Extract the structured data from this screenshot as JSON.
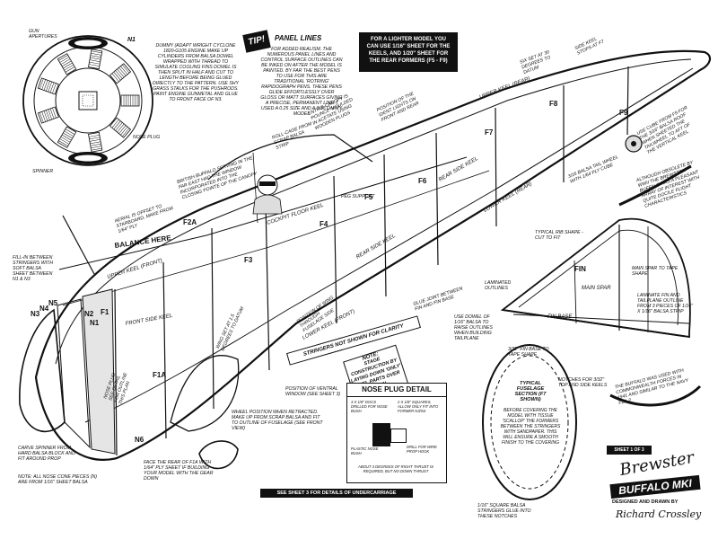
{
  "cowl_view": {
    "gun_apertures": "GUN\nAPERTURES",
    "n1": "N1",
    "nose_plug": "NOSE PLUG",
    "spinner": "SPINNER"
  },
  "engine_note": "DUMMY (ADAPT WRIGHT CYCLONE 1820-G105 ENGINE MAKE UP CYLINDERS FROM BALSA DOWEL WRAPPED WITH THREAD TO SIMULATE COOLING FINS DOWEL IS THEN SPLIT IN HALF AND CUT TO LENGTH BEFORE BEING GLUED DIRECTLY TO THE PATTERN. USE SHY GRASS STALKS FOR THE PUSHRODS. PAINT ENGINE GUNMETAL AND GLUE TO FRONT FACE OF N3.",
  "tip": {
    "badge": "TIP!",
    "title": "PANEL LINES",
    "body": "FOR ADDED REALISM, THE NUMEROUS PANEL LINES AND CONTROL SURFACE OUTLINES CAN BE INKED ON AFTER THE MODEL IS PAINTED. BY FAR THE BEST PENS TO USE FOR THIS ARE TRADITIONAL 'ROTRING' RAPIDOGRAPH PENS. THESE PENS GLIDE EFFORTLESSLY OVER GLOSS OR MATT SURFACES GIVING A PRECISE, PERMANENT LINE. I USED A 0.25 SIZE AND A 0.35 ON MY MODEL"
  },
  "lighter_model": "FOR A LIGHTER MODEL YOU CAN USE 1/16\" SHEET FOR THE KEELS, AND 1/20\" SHEET FOR THE REAR FORMERS (F5 - F9)",
  "notes": {
    "six_set": "SIX SET AT 30 DEGREES TO DATUM",
    "side_keel": "SIDE KEEL STOPS AT F7",
    "entire_canopy": "ENTIRE CANOPY IS 'POUNCE' MOULDED IN ACETATE USING WOODEN PLUGS",
    "position_ident": "POSITION OF THE IDENT LIGHTS ON FRONT AND REAR",
    "roll_cage": "ROLL-CAGE FROM SCRAP BALSA STRIP",
    "pilot": "BRITISH BUFFALO SERVING IN THE FAR EAST HAD THE WINDOW INCORPORATED INTO THE CLOSING POINTE OF THE CANOPY",
    "aerial": "AERIAL IS OFFSET TO STARBOARD, MAKE FROM 1/64\" PLY",
    "fill_between": "FILL-IN BETWEEN STRINGERS WITH SOFT BALSA SHEET BETWEEN N1 & N3",
    "nose_plug_outline": "NOSE PLUG: SEE DETAIL FOR OUTLINE THIS PLAN",
    "wing_set": "WING SET AT 1.5 DEGREES TO DATUM",
    "position_wing": "POSITION OF WING THROUGH FUSELAGE SIDE",
    "ventral": "POSITION OF VENTRAL WINDOW (SEE SHEET 3)",
    "wheel": "WHEEL POSITION WHEN RETRACTED. MAKE UP FROM SCRAP BALSA AND FIT TO OUTLINE OF FUSELAGE (SEE FRONT VIEW)",
    "face_rear": "FACE THE REAR OF F1A WITH 1/64\" PLY SHEET IF BUILDING YOUR MODEL WITH THE GEAR DOWN",
    "carve_spinner": "CARVE SPINNER FROM HARD BALSA BLOCK AND FIT AROUND PROP",
    "all_nose_cones": "NOTE: ALL NOSE CONE PIECES (N) ARE FROM 1/16\" SHEET BALSA",
    "use_f9": "USE CUBE FROM F9 FOR THE 3/16\" BALSA ROOF WHEN SHEETED THE TAILWHEEL TO AFT OF THE VERTICAL KEEL",
    "tail_wheel": "3/16 BALSA TAIL WHEEL WITH 1/64 PLY CUBE",
    "rib_shape": "TYPICAL RIB SHAPE - CUT TO FIT",
    "laminated": "LAMINATED OUTLINES",
    "glue_joint": "GLUE JOINT BETWEEN FIN AND FIN BASE",
    "use_dowel": "USE DOWEL OF 1/16\" BALSA TO RAISE OUTLINES WHEN BUILDING TAILPLANE",
    "fin_base": "3/32\" FIN BASE TO TAPE SHAPE",
    "main_spar": "MAIN SPAR TO TAPE SHAPE",
    "laminate_fin": "LAMINATE FIN AND TAILPLANE OUTLINE FROM 3 PIECES OF 1/16\" X 1/16\" BALSA STRIP",
    "notches": "NOTCHES FOR 3/32\" TOP AND SIDE KEELS",
    "stringers_note": "1/16\" SQUARE BALSA STRINGERS GLUE INTO THESE NOTCHES",
    "buffalo_note": "THE BUFFALO WAS USED WITH COMMONWEALTH FORCES IN 1941 AND SIMILAR TO THE NAVY F2A-2",
    "schematic": "ALTHOUGH OBSOLETE BY WWII THE BREWSTER BUFFALO HAS A PLEASANT ARRAY OF INTEREST WITH QUITE DOCILE FLIGHT CHARACTERISTICS",
    "undercarriage": "SEE SHEET 3 FOR DETAILS OF UNDERCARRIAGE",
    "peg_support": "PEG SUPPORT"
  },
  "labels": {
    "upper_keel_rear": "UPPER KEEL (REAR)",
    "upper_keel_front": "UPPER KEEL (FRONT)",
    "lower_keel_rear": "LOWER KEEL (REAR)",
    "lower_keel_front": "LOWER KEEL (FRONT)",
    "cockpit_floor": "COCKPIT FLOOR KEEL",
    "rear_side_keel_top": "REAR SIDE KEEL",
    "rear_side_keel_bottom": "REAR SIDE KEEL",
    "front_side_keel": "FRONT SIDE KEEL",
    "balance_here": "BALANCE HERE",
    "fin": "FIN",
    "main_spar": "MAIN SPAR",
    "fin_base": "FIN BASE",
    "formers": [
      "F1",
      "F1A",
      "F2A",
      "F3",
      "F4",
      "F5",
      "F6",
      "F7",
      "F8",
      "F9"
    ],
    "nose": [
      "N1",
      "N2",
      "N3",
      "N4",
      "N5",
      "N6"
    ]
  },
  "stringers_box": "STRINGERS NOT SHOWN FOR CLARITY",
  "stage_box": {
    "title": "NOTE:",
    "body": "STAGE CONSTRUCTION BY LAYING DOWN 'ONLY' KEEL PARTS OVER PLAN"
  },
  "nose_plug_detail": {
    "title": "NOSE PLUG DETAIL",
    "a": "3 X 1/8\" DOCS DRILLED FOR NOSE BUSH",
    "b": "2 X 1/8\" SQUARES, ALLOW ONLY FIT INTO FORMER N3/N4",
    "c": "PLASTIC NOSE BUSH",
    "d": "DRILL FOR WIRE PROP HOOK",
    "e": "ABOUT 3 DEGREES OF RIGHT THRUST IS REQUIRED, BUT NO DOWN THRUST"
  },
  "fuselage_section": {
    "title": "TYPICAL FUSELAGE SECTION (F7 SHOWN)",
    "body": "BEFORE COVERING THE MODEL WITH TISSUE 'SCALLOP' THE FORMERS BETWEEN THE STRINGERS WITH SANDPAPER. THIS WILL ENSURE A SMOOTH FINISH TO THE COVERING"
  },
  "title_block": {
    "sheet": "SHEET 1 OF 3",
    "script": "Brewster",
    "model": "BUFFALO MkI",
    "designed": "DESIGNED AND DRAWN BY",
    "author": "Richard Crossley"
  }
}
